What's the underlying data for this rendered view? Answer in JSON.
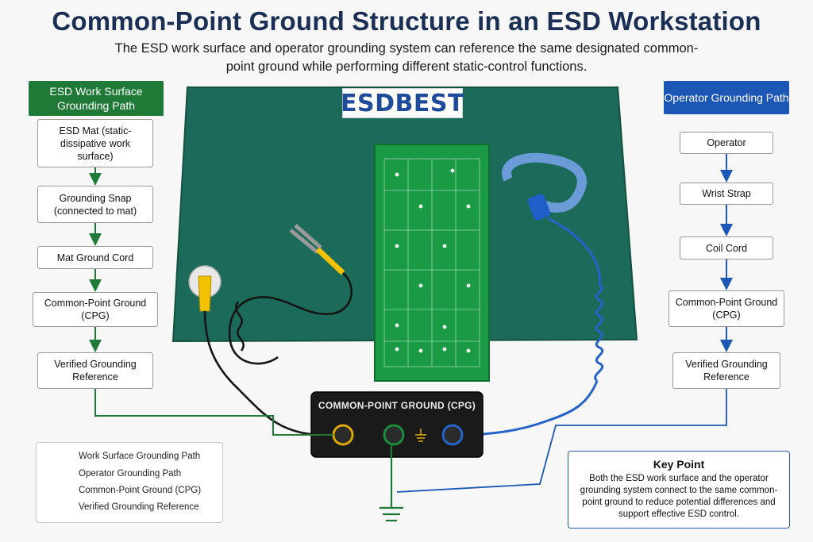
{
  "title": "Common-Point Ground Structure in an ESD Workstation",
  "subtitle": "The ESD work surface and operator grounding system can reference the same designated common-point ground while performing different static-control functions.",
  "left_path": {
    "header": "ESD Work Surface Grounding Path",
    "steps": [
      "ESD Mat (static-dissipative work surface)",
      "Grounding Snap (connected to mat)",
      "Mat Ground Cord",
      "Common-Point Ground (CPG)",
      "Verified Grounding Reference"
    ]
  },
  "right_path": {
    "header": "Operator Grounding Path",
    "steps": [
      "Operator",
      "Wrist Strap",
      "Coil Cord",
      "Common-Point Ground (CPG)",
      "Verified Grounding Reference"
    ]
  },
  "brand_logo": "ESDBEST",
  "cpg_box_label": "COMMON-POINT GROUND (CPG)",
  "legend": {
    "items": [
      "Work Surface Grounding Path",
      "Operator Grounding Path",
      "Common-Point Ground (CPG)",
      "Verified Grounding Reference"
    ]
  },
  "key_point": {
    "title": "Key Point",
    "body": "Both the ESD work surface and the operator grounding system connect to the same common-point ground to reduce potential differences and support effective ESD control."
  },
  "colors": {
    "work_surface_path": "#1f7a38",
    "operator_path": "#1d57b5",
    "mat": "#1c6b5a",
    "title": "#1b2f55"
  }
}
